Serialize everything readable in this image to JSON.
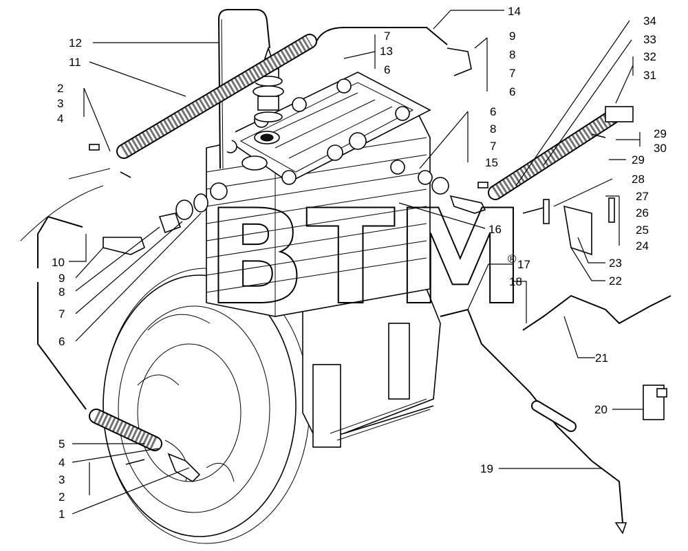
{
  "watermark": {
    "text": "BTM",
    "mark": "®"
  },
  "callouts": [
    {
      "id": "c14",
      "text": "14"
    },
    {
      "id": "c12",
      "text": "12"
    },
    {
      "id": "c11",
      "text": "11"
    },
    {
      "id": "c7a",
      "text": "7"
    },
    {
      "id": "c13",
      "text": "13"
    },
    {
      "id": "c6a",
      "text": "6"
    },
    {
      "id": "c9a",
      "text": "9"
    },
    {
      "id": "c8a",
      "text": "8"
    },
    {
      "id": "c7b",
      "text": "7"
    },
    {
      "id": "c6b",
      "text": "6"
    },
    {
      "id": "c34",
      "text": "34"
    },
    {
      "id": "c33",
      "text": "33"
    },
    {
      "id": "c32",
      "text": "32"
    },
    {
      "id": "c31",
      "text": "31"
    },
    {
      "id": "c2a",
      "text": "2"
    },
    {
      "id": "c3a",
      "text": "3"
    },
    {
      "id": "c4a",
      "text": "4"
    },
    {
      "id": "c6c",
      "text": "6"
    },
    {
      "id": "c8b",
      "text": "8"
    },
    {
      "id": "c7c",
      "text": "7"
    },
    {
      "id": "c15",
      "text": "15"
    },
    {
      "id": "c29a",
      "text": "29"
    },
    {
      "id": "c30",
      "text": "30"
    },
    {
      "id": "c29b",
      "text": "29"
    },
    {
      "id": "c28",
      "text": "28"
    },
    {
      "id": "c27",
      "text": "27"
    },
    {
      "id": "c26",
      "text": "26"
    },
    {
      "id": "c25",
      "text": "25"
    },
    {
      "id": "c24",
      "text": "24"
    },
    {
      "id": "c16",
      "text": "16"
    },
    {
      "id": "c10",
      "text": "10"
    },
    {
      "id": "c9b",
      "text": "9"
    },
    {
      "id": "c8c",
      "text": "8"
    },
    {
      "id": "c7d",
      "text": "7"
    },
    {
      "id": "c6d",
      "text": "6"
    },
    {
      "id": "c17",
      "text": "17"
    },
    {
      "id": "c18",
      "text": "18"
    },
    {
      "id": "c23",
      "text": "23"
    },
    {
      "id": "c22",
      "text": "22"
    },
    {
      "id": "c21",
      "text": "21"
    },
    {
      "id": "c20",
      "text": "20"
    },
    {
      "id": "c19",
      "text": "19"
    },
    {
      "id": "c5",
      "text": "5"
    },
    {
      "id": "c4b",
      "text": "4"
    },
    {
      "id": "c3b",
      "text": "3"
    },
    {
      "id": "c2b",
      "text": "2"
    },
    {
      "id": "c1",
      "text": "1"
    }
  ]
}
